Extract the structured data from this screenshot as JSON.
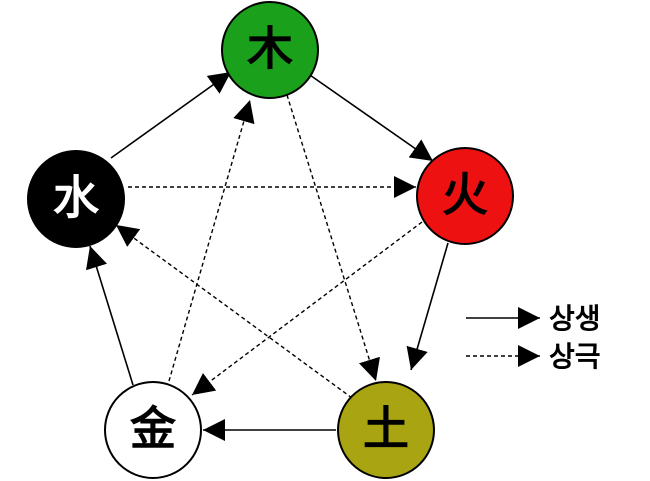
{
  "nodes": {
    "wood": {
      "label": "木",
      "fill": "#1aa01a",
      "text_color": "#000000"
    },
    "fire": {
      "label": "火",
      "fill": "#ee1111",
      "text_color": "#000000"
    },
    "earth": {
      "label": "土",
      "fill": "#a8a412",
      "text_color": "#000000"
    },
    "metal": {
      "label": "金",
      "fill": "#ffffff",
      "text_color": "#000000"
    },
    "water": {
      "label": "水",
      "fill": "#000000",
      "text_color": "#ffffff"
    }
  },
  "legend": {
    "generating_label": "상생",
    "overcoming_label": "상극"
  },
  "colors": {
    "stroke": "#000000",
    "background": "#ffffff"
  }
}
